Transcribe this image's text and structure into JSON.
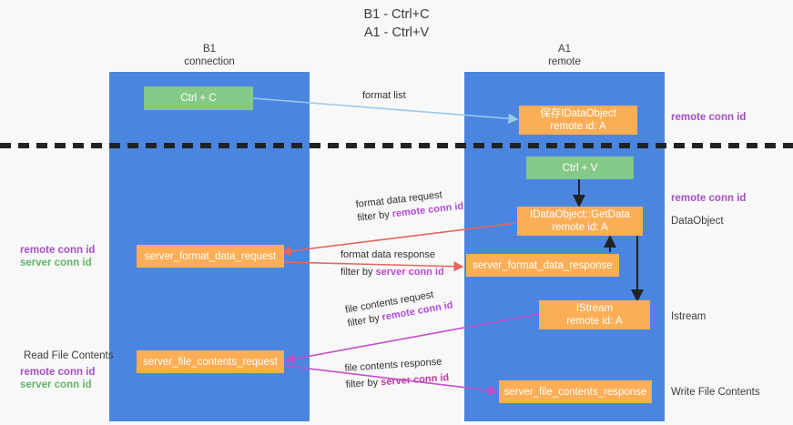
{
  "title": {
    "line1": "B1 - Ctrl+C",
    "line2": "A1 - Ctrl+V"
  },
  "lanes": [
    {
      "name": "b1",
      "header_line1": "B1",
      "header_line2": "connection",
      "color": "#4a86e0"
    },
    {
      "name": "a1",
      "header_line1": "A1",
      "header_line2": "remote",
      "color": "#4a86e0"
    }
  ],
  "boxes": {
    "ctrl_c": {
      "line1": "Ctrl + C",
      "line2": "",
      "color": "#84c987"
    },
    "save_idataobject": {
      "line1": "保存IDataObject",
      "line2": "remote id: A",
      "color": "#fbae55"
    },
    "ctrl_v": {
      "line1": "Ctrl + V",
      "line2": "",
      "color": "#84c987"
    },
    "getdata": {
      "line1": "IDataObject::GetData",
      "line2": "remote id: A",
      "color": "#fbae55"
    },
    "server_format_data_request": {
      "line1": "server_format_data_request",
      "line2": "",
      "color": "#fbae55"
    },
    "server_format_data_response": {
      "line1": "server_format_data_response",
      "line2": "",
      "color": "#fbae55"
    },
    "istream": {
      "line1": "IStream",
      "line2": "remote id: A",
      "color": "#fbae55"
    },
    "server_file_contents_request": {
      "line1": "server_file_contents_request",
      "line2": "",
      "color": "#fbae55"
    },
    "server_file_contents_response": {
      "line1": "server_file_contents_response",
      "line2": "",
      "color": "#fbae55"
    }
  },
  "arrow_labels": {
    "format_list": {
      "line1": "format list",
      "line2": "",
      "line2_hl": ""
    },
    "format_data_request": {
      "line1": "format data request",
      "line2": "filter by ",
      "line2_hl": "remote conn id"
    },
    "format_data_response": {
      "line1": "format data response",
      "line2": "filter by ",
      "line2_hl": "server conn id"
    },
    "file_contents_request": {
      "line1": "file contents request",
      "line2": "filter by ",
      "line2_hl": "remote conn id"
    },
    "file_contents_response": {
      "line1": "file contents response",
      "line2": "filter by ",
      "line2_hl": "server conn id"
    }
  },
  "side_labels": {
    "right_remote_conn_id_top": {
      "purple": "remote conn id"
    },
    "right_remote_conn_id_mid": {
      "purple": "remote conn id"
    },
    "right_dataobject": {
      "plain": "DataObject"
    },
    "right_istream": {
      "plain": "Istream"
    },
    "right_write_file_contents": {
      "plain": "Write File Contents"
    },
    "left_conn_ids_mid": {
      "purple": "remote conn id",
      "green": "server conn id"
    },
    "left_read_file_contents": {
      "plain": "Read File Contents",
      "purple": "remote conn id",
      "green": "server conn id"
    }
  },
  "colors": {
    "lane_blue": "#4a86e0",
    "box_green": "#84c987",
    "box_orange": "#fbae55",
    "purple": "#a54fc4",
    "green_text": "#62b566",
    "arrow_red": "#e8645a",
    "arrow_blue": "#9cc8ec",
    "arrow_magenta": "#c44ec8",
    "arrow_dark": "#222222",
    "background": "#f8f8f9"
  }
}
